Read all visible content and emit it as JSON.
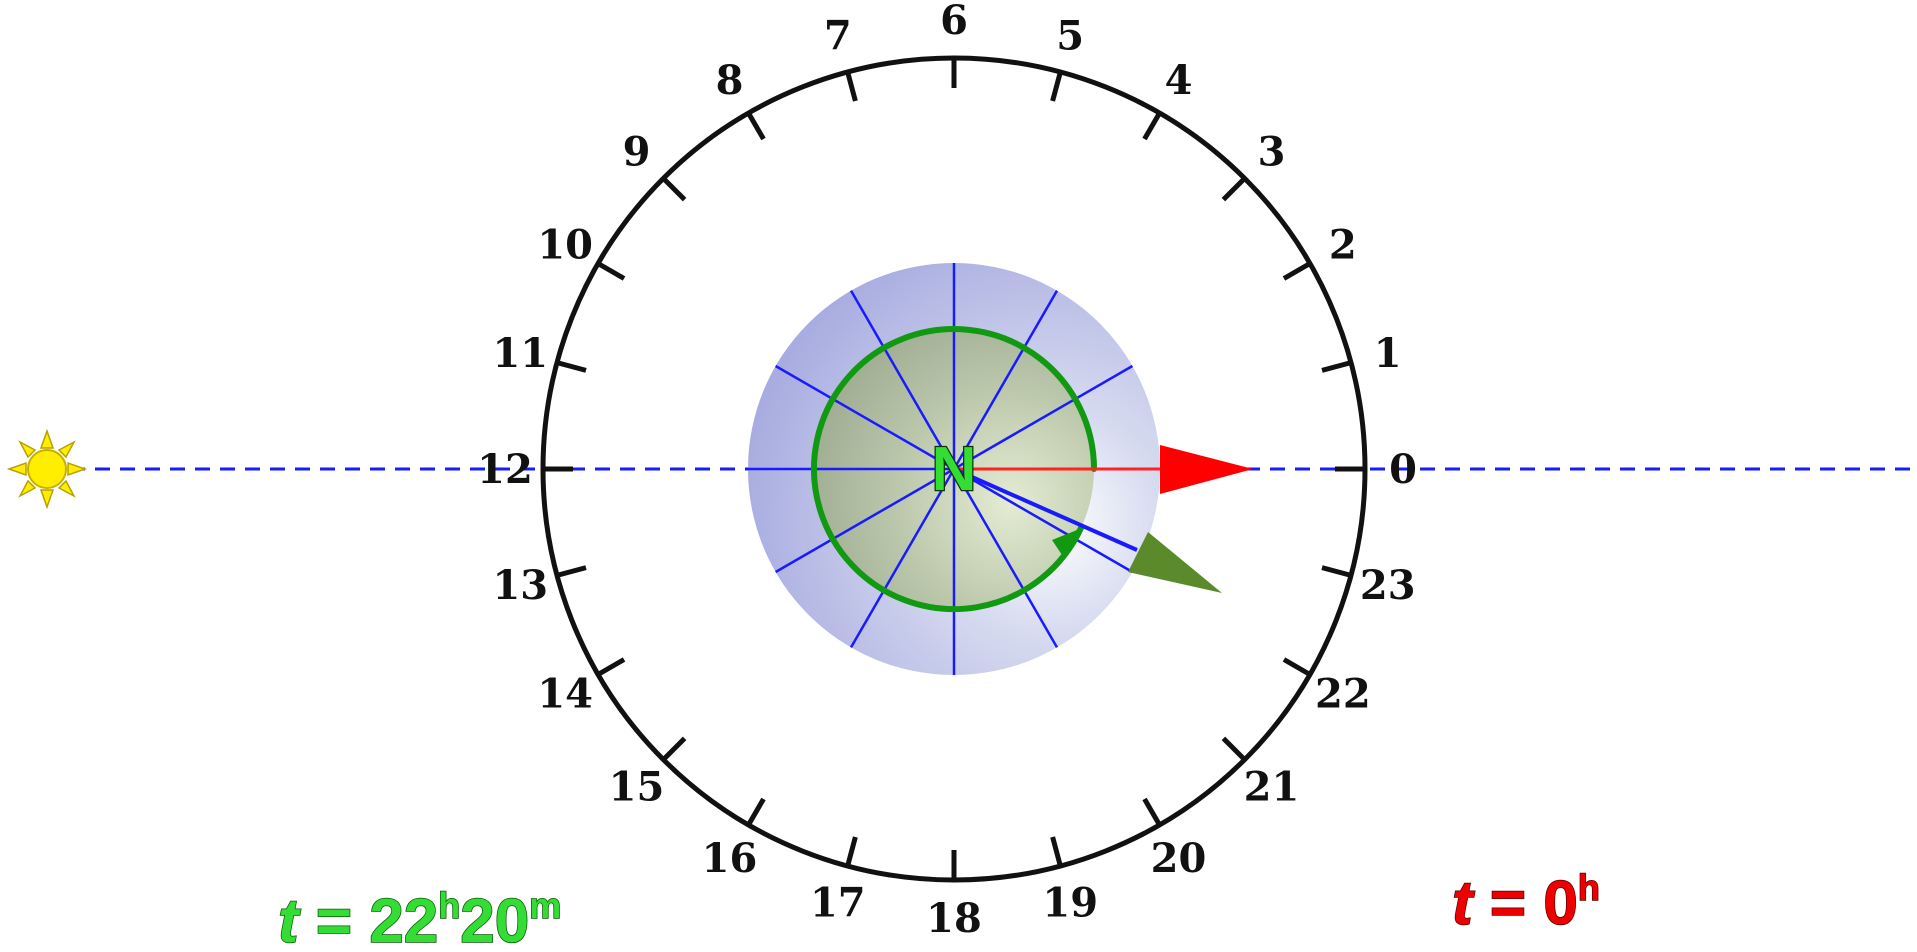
{
  "diagram": {
    "hour_labels": [
      "0",
      "1",
      "2",
      "3",
      "4",
      "5",
      "6",
      "7",
      "8",
      "9",
      "10",
      "11",
      "12",
      "13",
      "14",
      "15",
      "16",
      "17",
      "18",
      "19",
      "20",
      "21",
      "22",
      "23"
    ],
    "pole_label": "N",
    "time_sidereal": {
      "t": "t",
      "eq": " = ",
      "hours": "22",
      "h": "h",
      "minutes": "20",
      "m": "m"
    },
    "time_solar": {
      "t": "t",
      "eq": " = ",
      "hours": "0",
      "h": "h"
    },
    "rotation_hours": 22.333,
    "icons": {
      "sun": "sun-icon"
    },
    "colors": {
      "solar_pointer": "#ff0000",
      "sidereal_pointer": "#5a8a2a",
      "rotation_arrow": "#119911",
      "meridians": "#1a1aff",
      "sun": "#ffee00",
      "sidereal_text": "#33dd33",
      "solar_text": "#ee0000"
    }
  }
}
